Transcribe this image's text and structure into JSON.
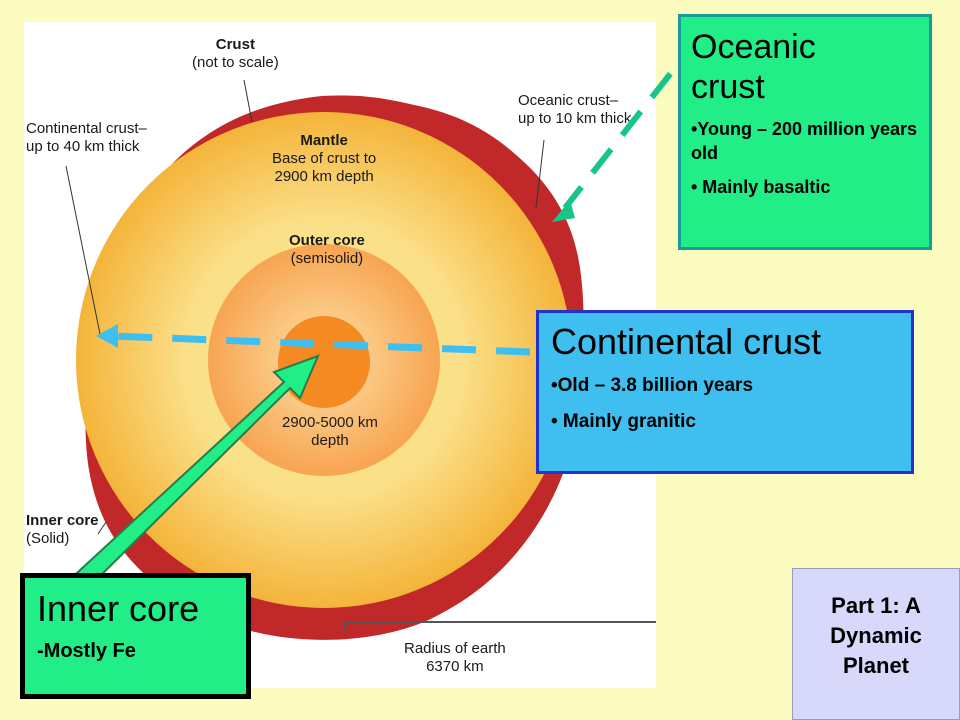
{
  "diagram": {
    "crust_label": {
      "title": "Crust",
      "sub": "(not to scale)"
    },
    "continental_label": {
      "line1": "Continental crust–",
      "line2": "up to 40 km thick"
    },
    "oceanic_label": {
      "line1": "Oceanic crust–",
      "line2": "up to 10 km thick"
    },
    "mantle_label": {
      "title": "Mantle",
      "line1": "Base of crust to",
      "line2": "2900 km depth"
    },
    "outer_core_label": {
      "title": "Outer core",
      "sub": "(semisolid)"
    },
    "depth_label": {
      "line1": "2900-5000 km",
      "line2": "depth"
    },
    "inner_core_label": {
      "title": "Inner core",
      "sub": "(Solid)"
    },
    "radius_label": {
      "line1": "Radius of earth",
      "line2": "6370 km"
    }
  },
  "oceanic_box": {
    "title": "Oceanic crust",
    "bullets": [
      "•Young – 200 million years old",
      "• Mainly  basaltic"
    ]
  },
  "continental_box": {
    "title": "Continental crust",
    "bullets": [
      "•Old – 3.8 billion years",
      "• Mainly granitic"
    ]
  },
  "inner_core_box": {
    "title": "Inner core",
    "note": "-Mostly Fe"
  },
  "part_box": {
    "line1": "Part 1: A",
    "line2": "Dynamic",
    "line3": "Planet"
  },
  "colors": {
    "background": "#fcfcc0",
    "crust": "#c0282a",
    "mantle": "#f7b93c",
    "outer_core": "#f9a950",
    "inner_core": "#f68a22",
    "callout_green": "#22ee88",
    "callout_blue": "#3fbff0"
  }
}
